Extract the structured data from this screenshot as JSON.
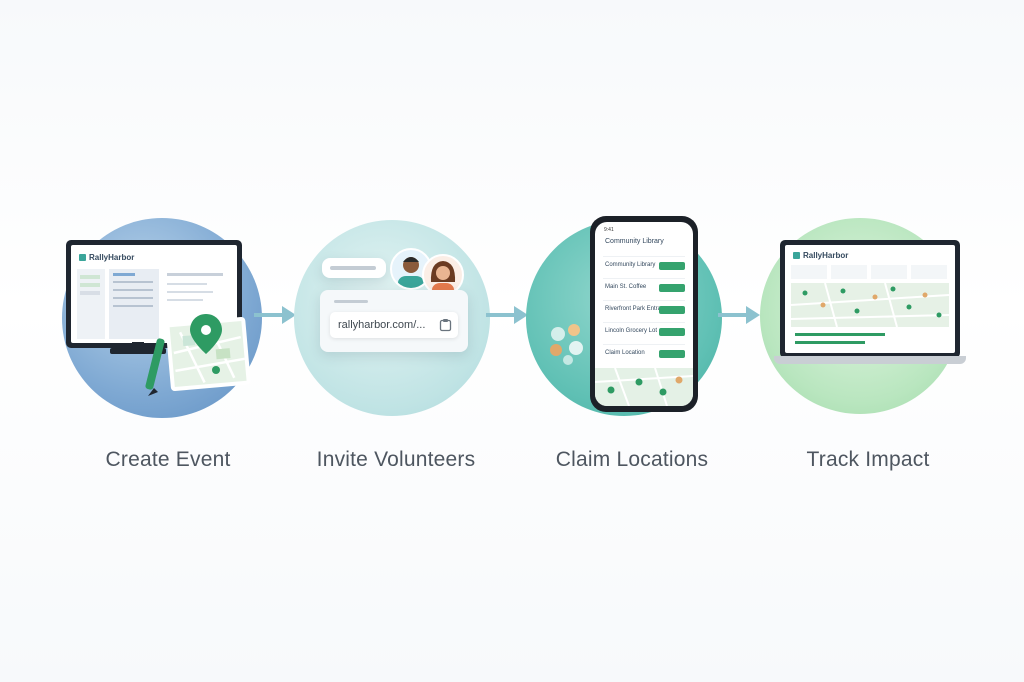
{
  "steps": [
    {
      "label": "Create Event",
      "brand": "RallyHarbor"
    },
    {
      "label": "Invite Volunteers",
      "url": "rallyharbor.com/..."
    },
    {
      "label": "Claim Locations",
      "header": "Community Library",
      "locations": [
        "Community Library",
        "Main St. Coffee",
        "Riverfront Park Entrance",
        "Lincoln Grocery Lot",
        "Claim Location"
      ]
    },
    {
      "label": "Track Impact",
      "brand": "RallyHarbor"
    }
  ],
  "colors": {
    "arrow": "#8cc2cf",
    "accent": "#3aa59a",
    "pin": "#2e9b63",
    "label": "#4e5660"
  },
  "icons": [
    "map-pin-icon",
    "clipboard-icon",
    "arrow-right-icon",
    "avatar-icon"
  ]
}
